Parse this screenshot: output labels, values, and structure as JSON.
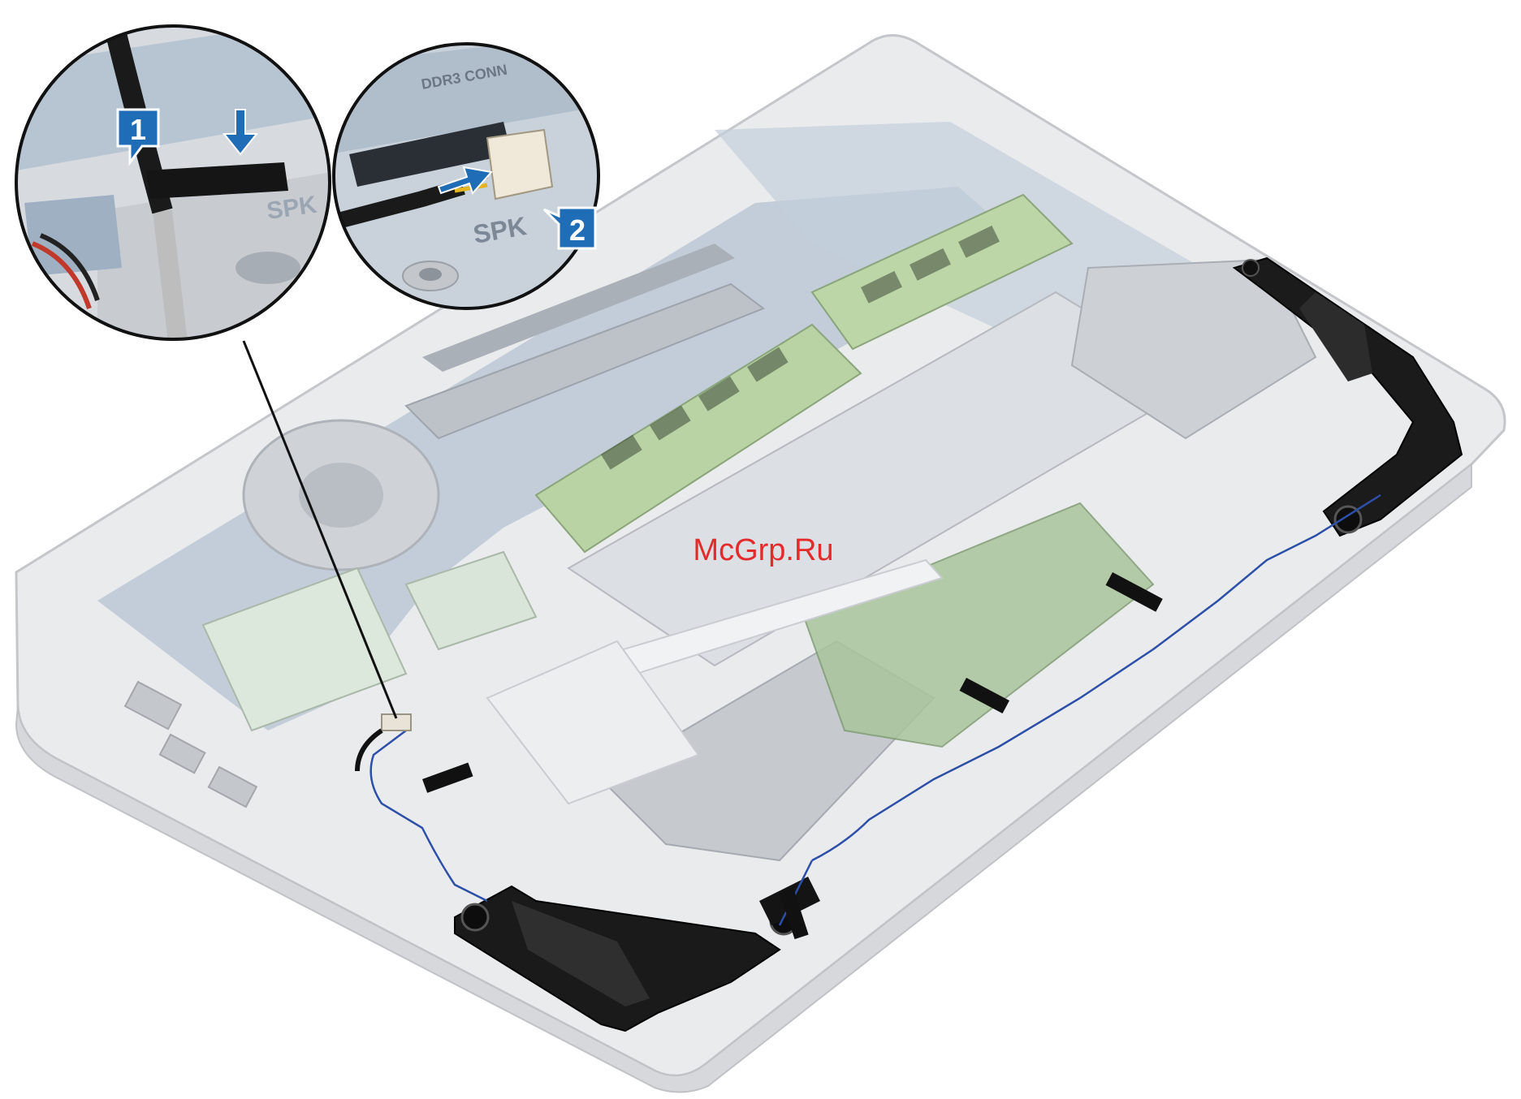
{
  "watermark": {
    "text": "McGrp.Ru",
    "color": "#e32b2b"
  },
  "callouts": [
    {
      "number": "1",
      "color": "#1f6db6"
    },
    {
      "number": "2",
      "color": "#1f6db6"
    }
  ],
  "board_labels": {
    "zoom1_connector": "SPK",
    "zoom2_connector": "SPK",
    "zoom2_top_print": "DDR3 CONN"
  },
  "colors": {
    "chassis": "#e8e9eb",
    "chassis_edge": "#c9cbcf",
    "pcb": "#9fb3c6",
    "ram": "#b9d2a5",
    "speaker": "#1a1a1a",
    "arrow": "#1f6db6",
    "cable_wire": "#2c4fa8"
  },
  "icons": [
    "arrow-down-icon",
    "arrow-right-icon"
  ]
}
